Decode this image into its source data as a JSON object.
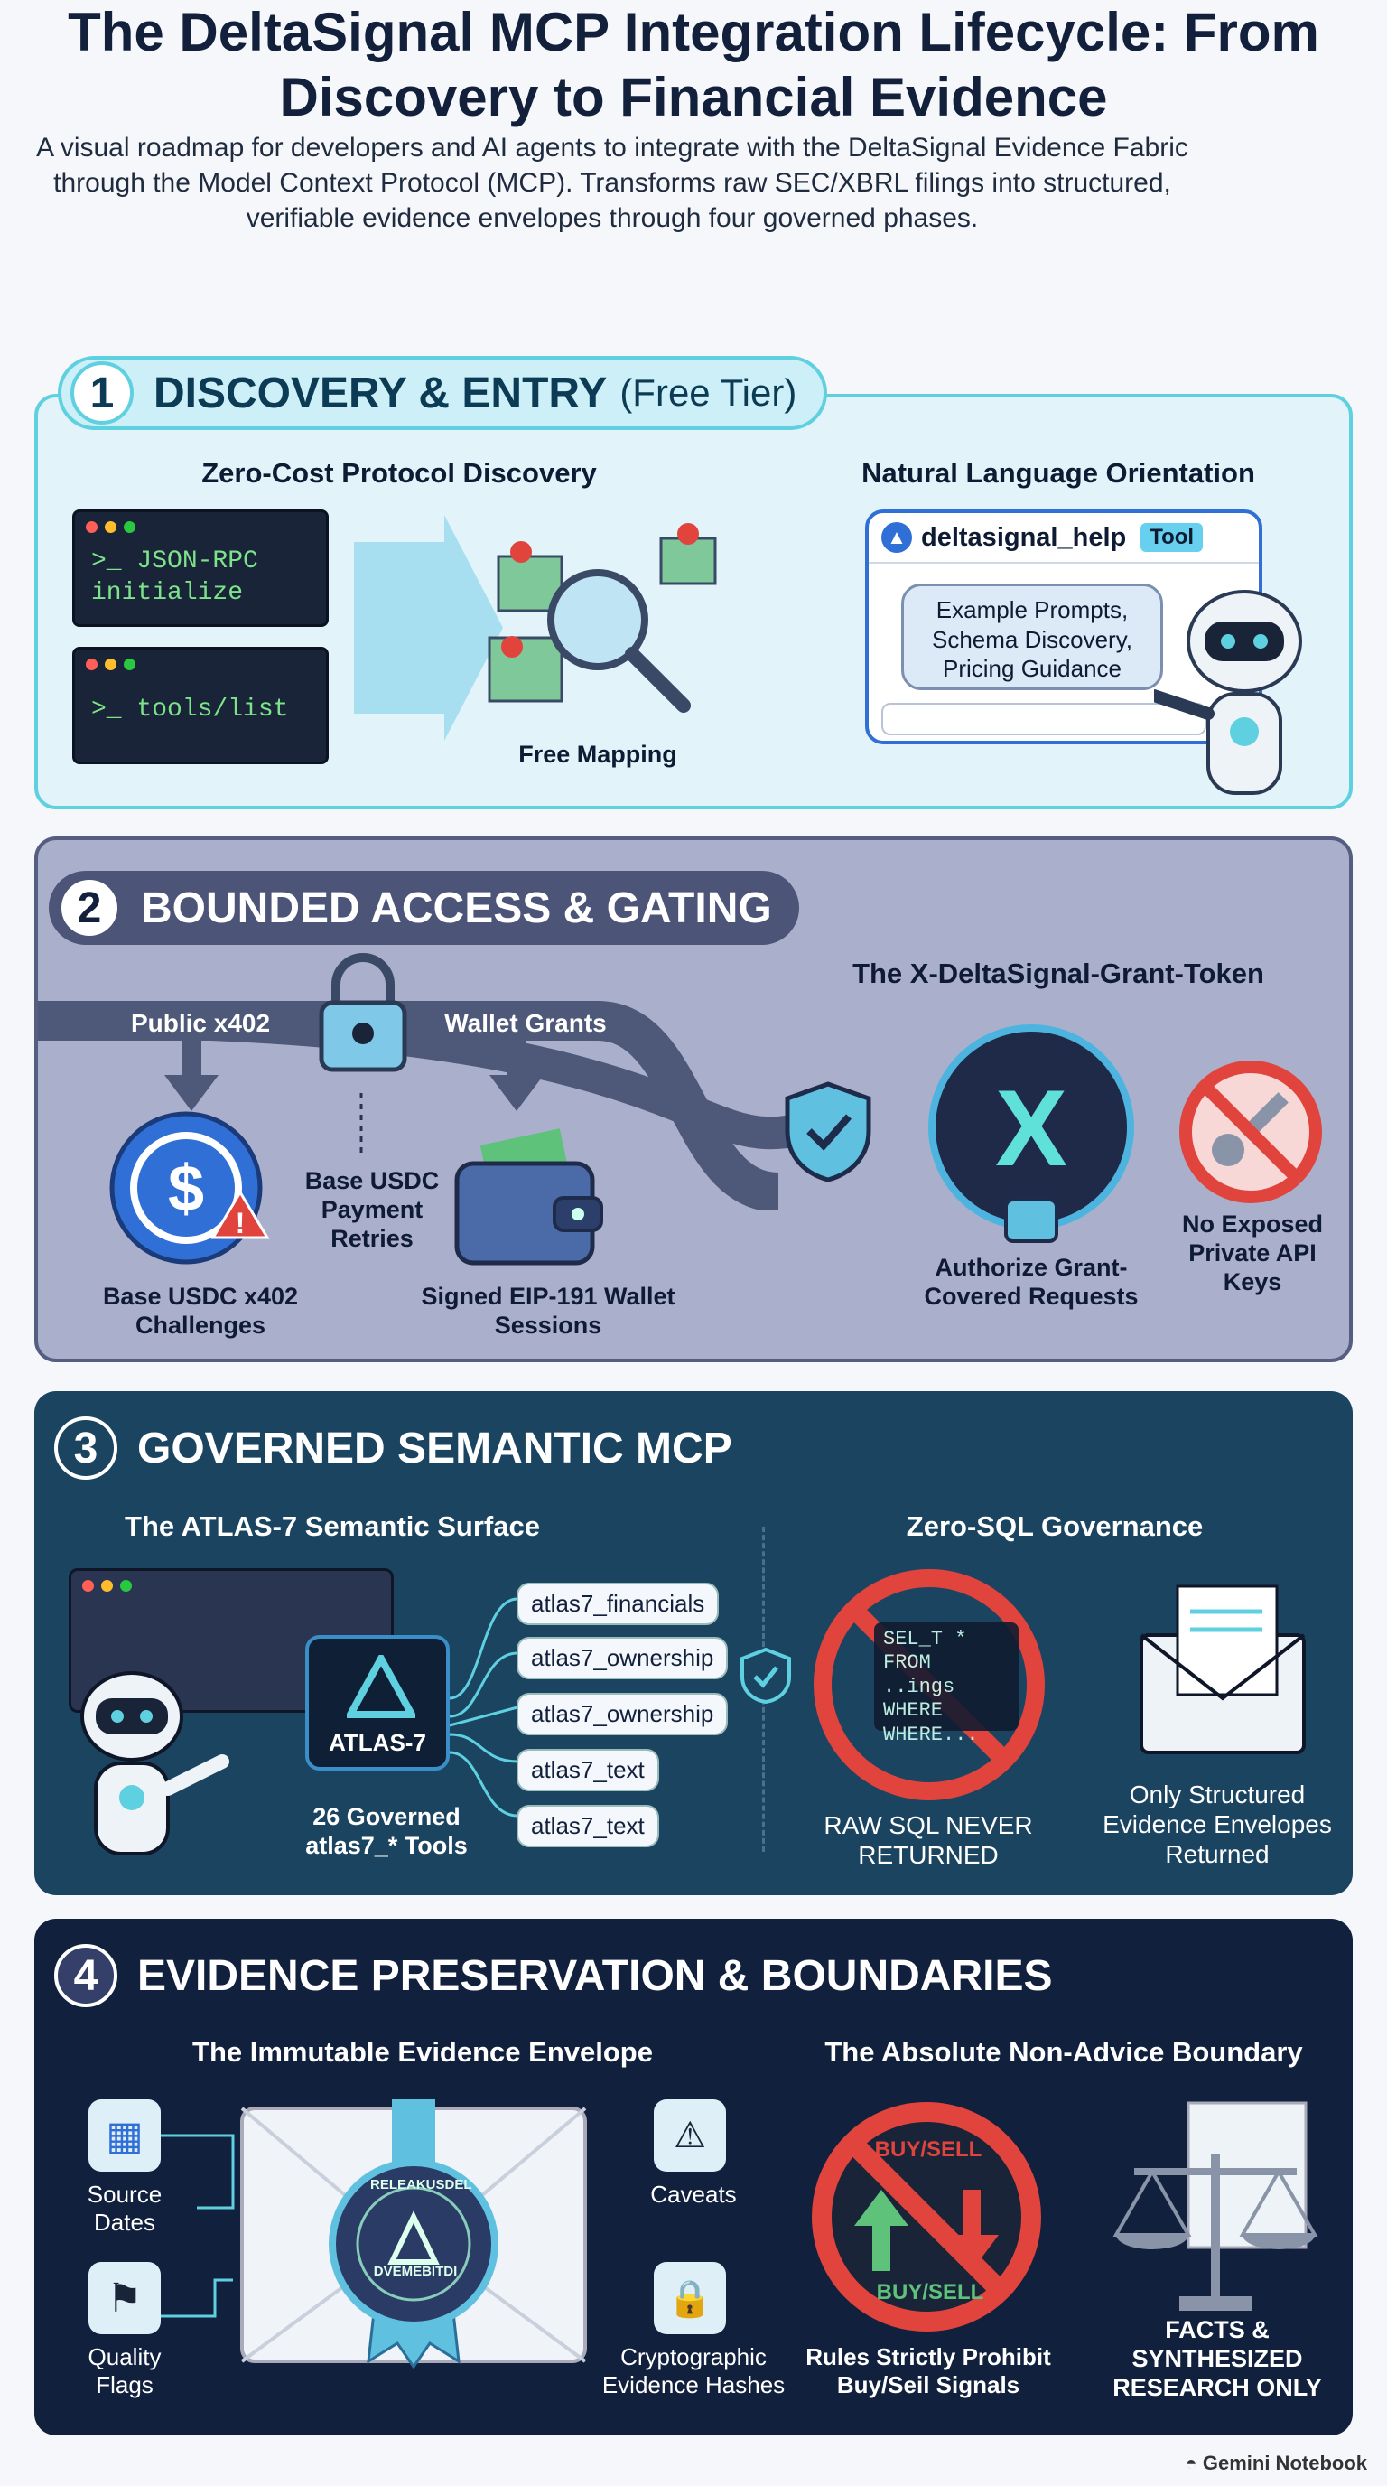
{
  "header": {
    "title": "The DeltaSignal MCP Integration Lifecycle: From Discovery to Financial Evidence",
    "subtitle": "A visual roadmap for developers and AI agents to integrate with the DeltaSignal Evidence Fabric through the Model Context Protocol (MCP). Transforms raw SEC/XBRL filings into structured, verifiable evidence envelopes through four governed phases."
  },
  "phase1": {
    "number": "1",
    "title": "DISCOVERY & ENTRY",
    "tier": "(Free Tier)",
    "left_heading": "Zero-Cost Protocol Discovery",
    "terminal1": ">_ JSON-RPC initialize",
    "terminal2": ">_ tools/list",
    "map_caption": "Free Mapping",
    "right_heading": "Natural Language Orientation",
    "tool_name": "deltasignal_help",
    "tool_badge": "Tool",
    "tool_bubble": "Example Prompts, Schema Discovery, Pricing Guidance"
  },
  "phase2": {
    "number": "2",
    "title": "BOUNDED ACCESS & GATING",
    "path_public": "Public x402",
    "path_wallet": "Wallet Grants",
    "usdc_caption": "Base USDC x402 Challenges",
    "retry_caption": "Base USDC Payment Retries",
    "wallet_caption": "Signed EIP-191 Wallet Sessions",
    "token_heading": "The X-DeltaSignal-Grant-Token",
    "token_caption": "Authorize Grant-Covered Requests",
    "keys_caption": "No Exposed Private API Keys"
  },
  "phase3": {
    "number": "3",
    "title": "GOVERNED SEMANTIC MCP",
    "left_heading": "The ATLAS-7 Semantic Surface",
    "atlas_label": "ATLAS-7",
    "atlas_caption": "26 Governed atlas7_* Tools",
    "tools": [
      "atlas7_financials",
      "atlas7_ownership",
      "atlas7_ownership",
      "atlas7_text",
      "atlas7_text"
    ],
    "right_heading": "Zero-SQL Governance",
    "sql_snippet": [
      "SEL_T *",
      "FROM ..ings",
      "WHERE",
      "WHERE..."
    ],
    "sql_caption": "RAW SQL NEVER RETURNED",
    "envelope_caption": "Only Structured Evidence Envelopes Returned"
  },
  "phase4": {
    "number": "4",
    "title": "EVIDENCE PRESERVATION & BOUNDARIES",
    "left_heading": "The Immutable Evidence Envelope",
    "item_source": "Source Dates",
    "item_quality": "Quality Flags",
    "item_caveats": "Caveats",
    "item_hashes": "Cryptographic Evidence Hashes",
    "seal_top": "RELEAKUSDEL",
    "seal_bottom": "DVEMEBITDI",
    "right_heading": "The Absolute Non-Advice Boundary",
    "buysell_top": "BUY/SELL",
    "buysell_bottom": "BUY/SELL",
    "prohibit_caption": "Rules Strictly Prohibit Buy/Seil Signals",
    "facts_caption": "FACTS & SYNTHESIZED RESEARCH ONLY"
  },
  "footer": {
    "brand": "Gemini Notebook"
  },
  "colors": {
    "phase1": "#5fd0e0",
    "phase2": "#555e80",
    "phase3": "#1b4461",
    "phase4": "#11203d",
    "danger": "#e0443c",
    "accent": "#2f6fd6"
  }
}
